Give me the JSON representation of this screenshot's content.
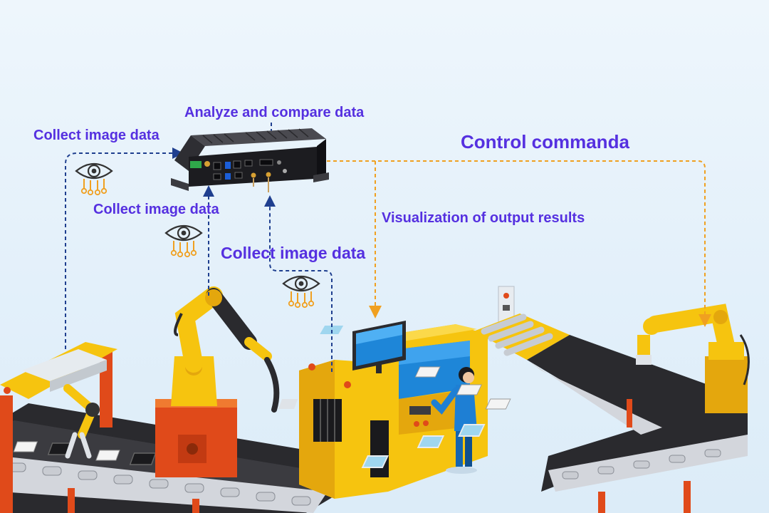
{
  "labels": {
    "analyze": "Analyze and compare data",
    "collect_left": "Collect image data",
    "collect_middle": "Collect image data",
    "collect_right": "Collect image data",
    "control": "Control commanda",
    "visualization": "Visualization of output results"
  },
  "icons": [
    "eye-sensor-icon",
    "industrial-pc-icon",
    "robot-arm-icon",
    "monitor-icon",
    "worker-icon",
    "conveyor-belt-icon"
  ],
  "colors": {
    "label_text": "#5530e0",
    "camera_line": "#1f3f8f",
    "control_line": "#f0a020",
    "machine_yellow": "#f6c40f",
    "belt_dark": "#2a2a2e",
    "background": "#e7f2fb"
  }
}
